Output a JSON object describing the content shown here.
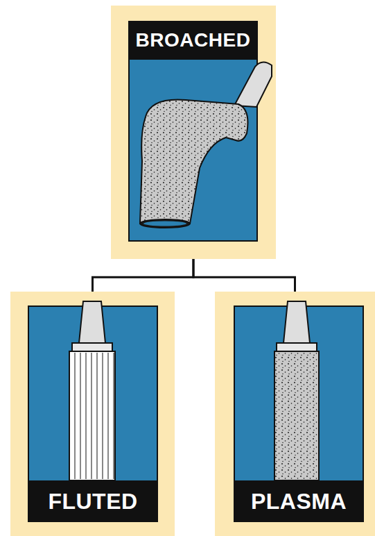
{
  "diagram": {
    "nodes": [
      {
        "text": [
          "BROACHED"
        ]
      },
      {
        "text": [
          "FLUTED"
        ]
      },
      {
        "text": [
          "PLASMA"
        ]
      }
    ],
    "edges": [
      {
        "from": 0,
        "to": 1,
        "arrow": "none"
      },
      {
        "from": 0,
        "to": 2,
        "arrow": "none"
      }
    ]
  }
}
